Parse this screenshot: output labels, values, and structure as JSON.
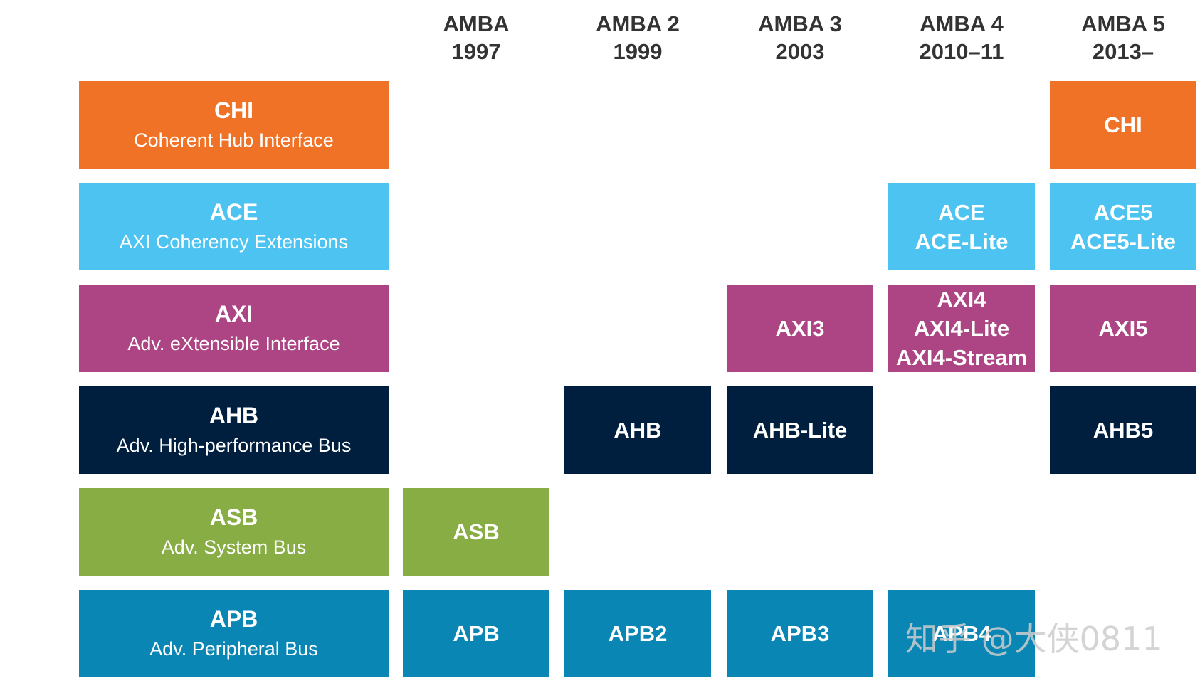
{
  "columns": [
    {
      "name": "AMBA",
      "year": "1997"
    },
    {
      "name": "AMBA 2",
      "year": "1999"
    },
    {
      "name": "AMBA 3",
      "year": "2003"
    },
    {
      "name": "AMBA 4",
      "year": "2010–11"
    },
    {
      "name": "AMBA 5",
      "year": "2013–"
    }
  ],
  "legend": {
    "chi": {
      "title": "CHI",
      "subtitle": "Coherent Hub Interface"
    },
    "ace": {
      "title": "ACE",
      "subtitle": "AXI Coherency Extensions"
    },
    "axi": {
      "title": "AXI",
      "subtitle": "Adv. eXtensible Interface"
    },
    "ahb": {
      "title": "AHB",
      "subtitle": "Adv. High-performance Bus"
    },
    "asb": {
      "title": "ASB",
      "subtitle": "Adv. System Bus"
    },
    "apb": {
      "title": "APB",
      "subtitle": "Adv. Peripheral Bus"
    }
  },
  "cells": {
    "chi_amba5": [
      "CHI"
    ],
    "ace_amba4": [
      "ACE",
      "ACE-Lite"
    ],
    "ace_amba5": [
      "ACE5",
      "ACE5-Lite"
    ],
    "axi_amba3": [
      "AXI3"
    ],
    "axi_amba4": [
      "AXI4",
      "AXI4-Lite",
      "AXI4-Stream"
    ],
    "axi_amba5": [
      "AXI5"
    ],
    "ahb_amba2": [
      "AHB"
    ],
    "ahb_amba3": [
      "AHB-Lite"
    ],
    "ahb_amba5": [
      "AHB5"
    ],
    "asb_amba": [
      "ASB"
    ],
    "apb_amba": [
      "APB"
    ],
    "apb_amba2": [
      "APB2"
    ],
    "apb_amba3": [
      "APB3"
    ],
    "apb_amba4": [
      "APB4"
    ]
  },
  "colors": {
    "chi": "#f07226",
    "ace": "#4cc3f0",
    "axi": "#ad4484",
    "ahb": "#001f3f",
    "asb": "#87ad44",
    "apb": "#0a86b4"
  },
  "watermark": "知乎 @大侠0811"
}
